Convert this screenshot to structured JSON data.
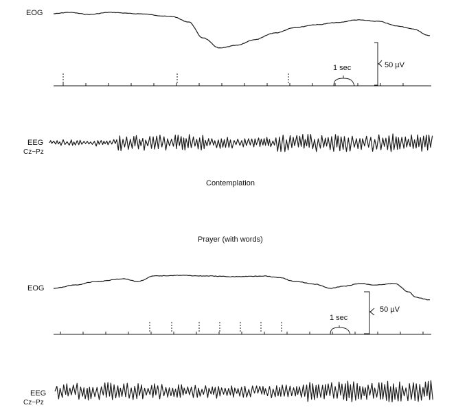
{
  "panels": [
    {
      "eog_label": "EOG",
      "eeg_label": "EEG",
      "eeg_derivation": "Cz−Pz",
      "time_scale_label": "1 sec",
      "amplitude_scale_label": "50 µV",
      "caption": "Contemplation"
    },
    {
      "eog_label": "EOG",
      "eeg_label": "EEG",
      "eeg_derivation": "Cz−Pz",
      "time_scale_label": "1 sec",
      "amplitude_scale_label": "50 µV",
      "caption": "Prayer (with words)"
    }
  ],
  "colors": {
    "trace": "#1a1a1a",
    "background": "#ffffff"
  }
}
